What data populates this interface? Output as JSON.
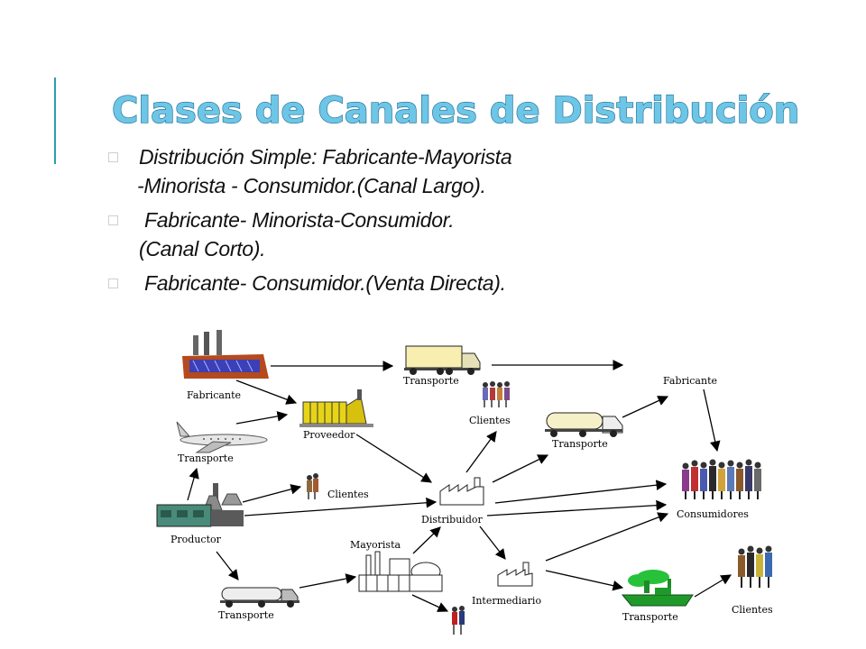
{
  "slide": {
    "title": "Clases de Canales de  Distribución",
    "bullets": [
      {
        "line1": "Distribución Simple: Fabricante-Mayorista",
        "line2": "-Minorista - Consumidor.(Canal Largo)."
      },
      {
        "line1": "Fabricante- Minorista-Consumidor.",
        "line2": "(Canal Corto)."
      },
      {
        "line1": "Fabricante- Consumidor.(Venta Directa).",
        "line2": ""
      }
    ]
  },
  "diagram": {
    "labels": {
      "fabricante_left": "Fabricante",
      "transporte_top": "Transporte",
      "fabricante_right": "Fabricante",
      "proveedor": "Proveedor",
      "clientes_top": "Clientes",
      "transporte_mid_right": "Transporte",
      "transporte_plane": "Transporte",
      "clientes_left": "Clientes",
      "consumidores": "Consumidores",
      "distribuidor": "Distribuidor",
      "productor": "Productor",
      "mayorista": "Mayorista",
      "intermediario": "Intermediario",
      "transporte_bottom_left": "Transporte",
      "transporte_ship": "Transporte",
      "clientes_bottom_right": "Clientes"
    }
  }
}
